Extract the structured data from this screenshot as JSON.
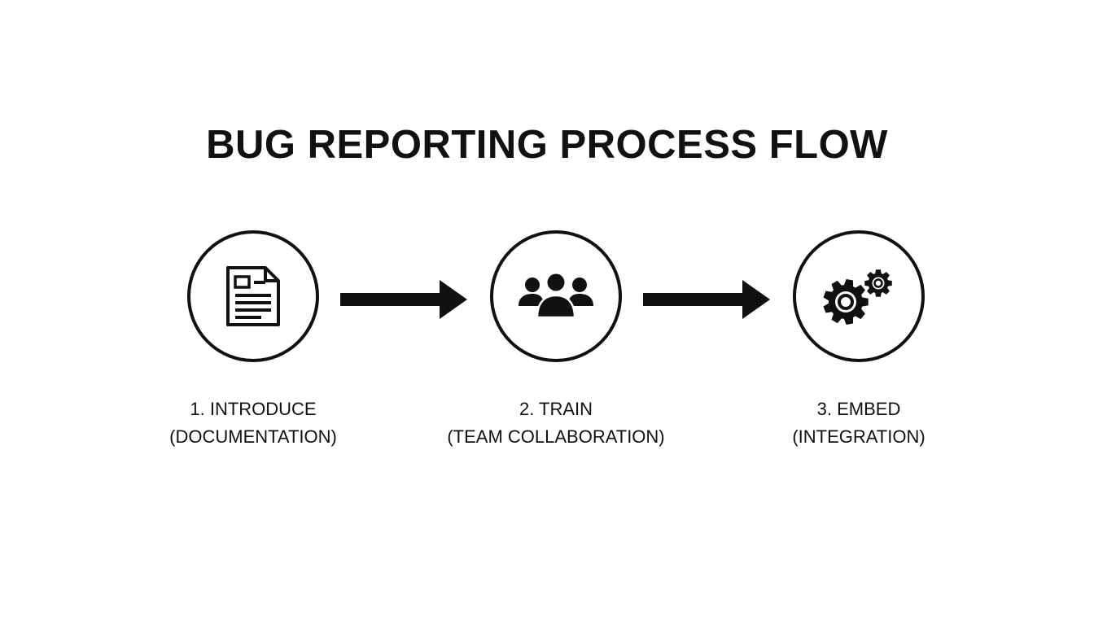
{
  "title": "BUG REPORTING PROCESS FLOW",
  "colors": {
    "ink": "#111111",
    "background": "#ffffff"
  },
  "steps": [
    {
      "icon": "document-icon",
      "line1": "1. INTRODUCE",
      "line2": "(DOCUMENTATION)"
    },
    {
      "icon": "team-icon",
      "line1": "2. TRAIN",
      "line2": "(TEAM COLLABORATION)"
    },
    {
      "icon": "gears-icon",
      "line1": "3. EMBED",
      "line2": "(INTEGRATION)"
    }
  ]
}
